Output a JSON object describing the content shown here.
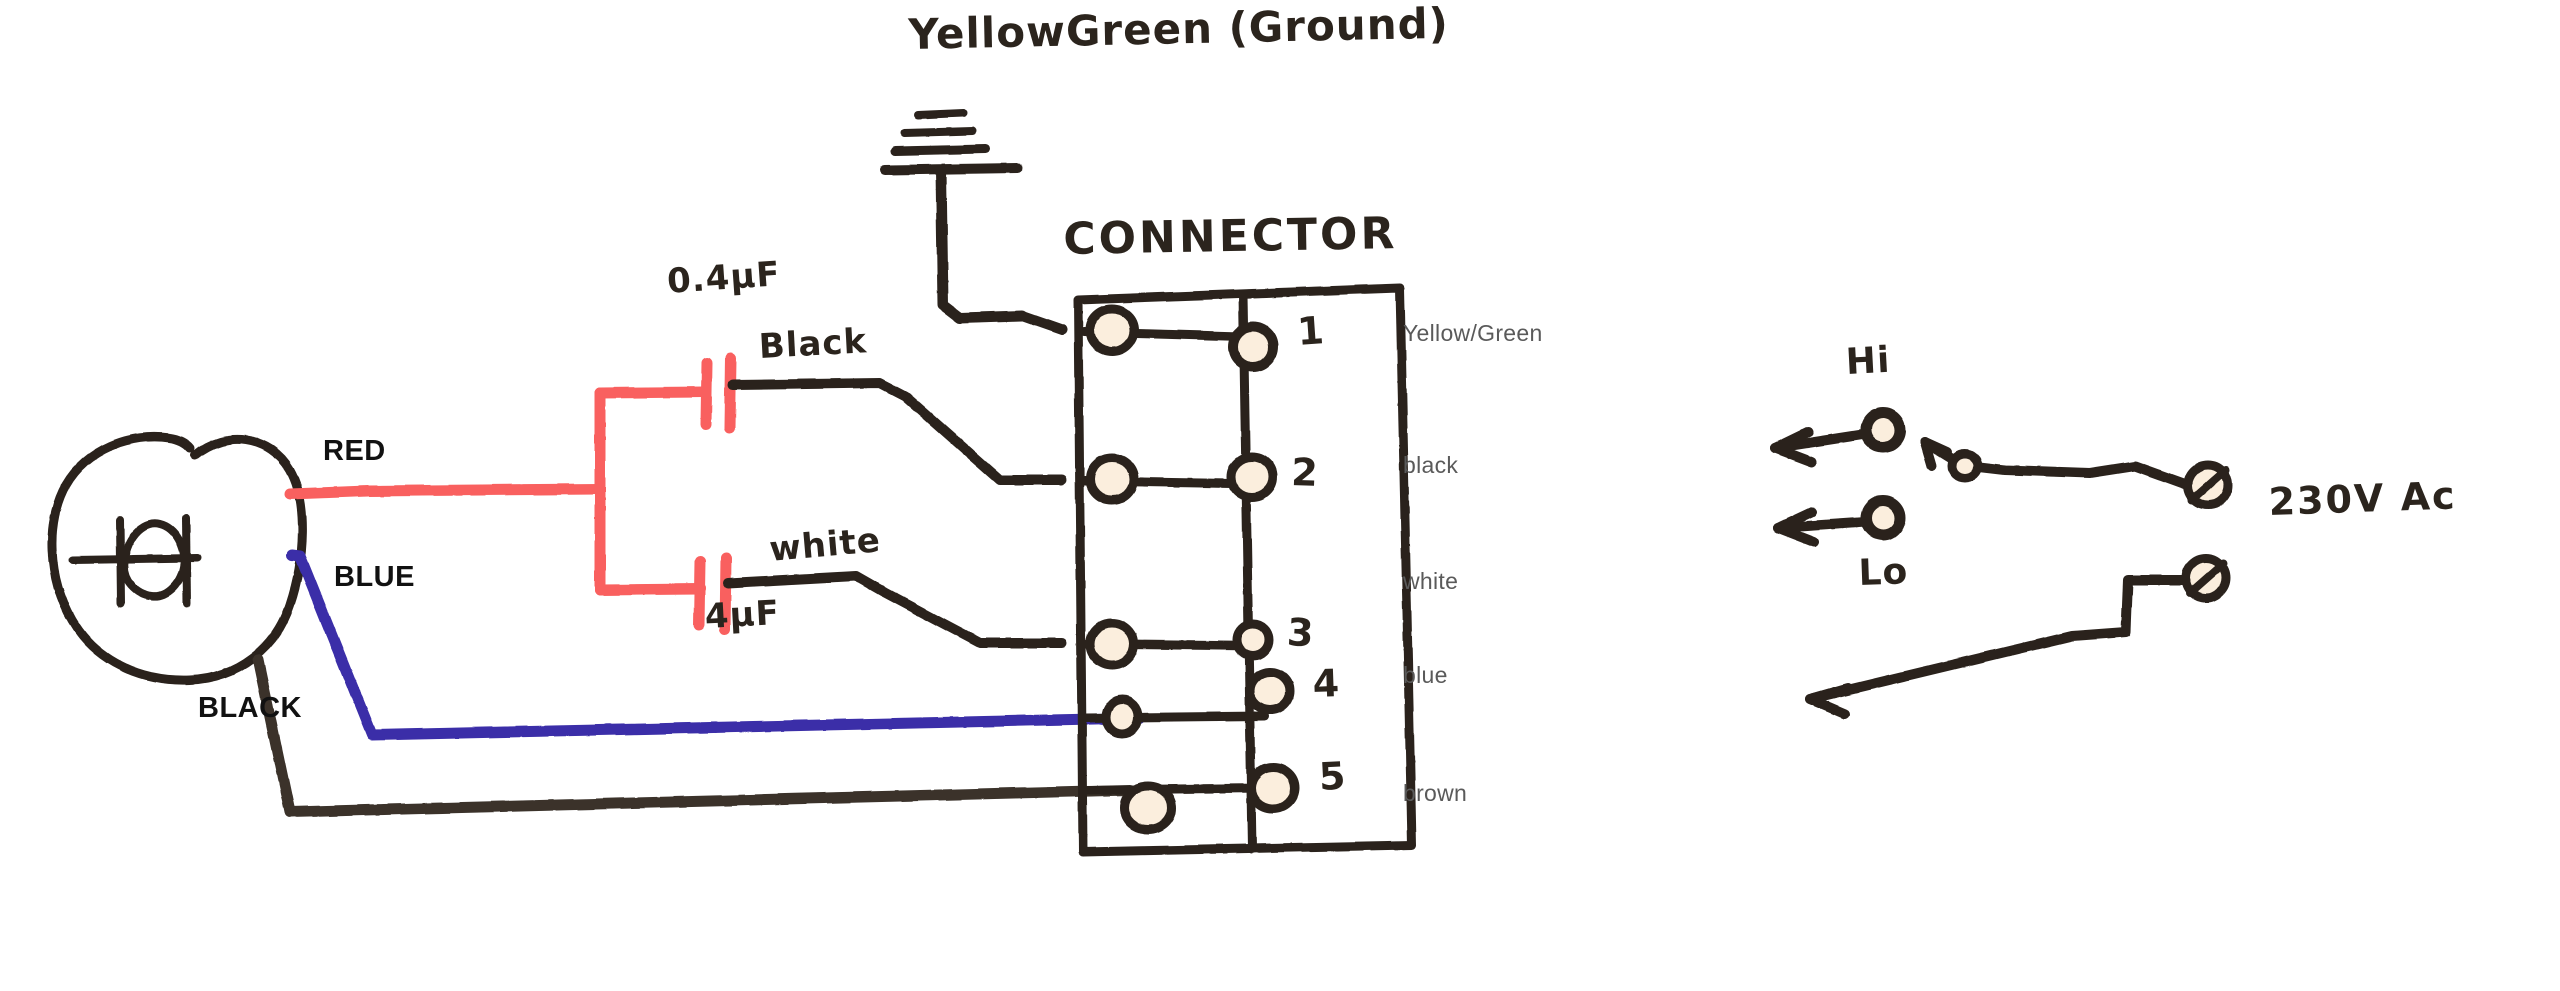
{
  "diagram": {
    "kind": "hand-drawn-wiring-diagram",
    "title_note": "YellowGreen (Ground)",
    "connector_title": "CONNECTOR",
    "motor": {
      "symbol_name": "motor-symbol",
      "leads": [
        {
          "name": "red-lead",
          "label": "RED",
          "color": "#f9615f"
        },
        {
          "name": "blue-lead",
          "label": "BLUE",
          "color": "#3b2fa8"
        },
        {
          "name": "black-lead",
          "label": "BLACK",
          "color": "#3a332c"
        }
      ]
    },
    "capacitors": [
      {
        "name": "capacitor-upper",
        "value": "0.4µF",
        "wire_label": "Black"
      },
      {
        "name": "capacitor-lower",
        "value": "4µF",
        "wire_label": "white"
      }
    ],
    "ground": {
      "label": "YellowGreen (Ground)",
      "symbol": "earth-ground"
    },
    "connector": {
      "label": "CONNECTOR",
      "terminals": [
        {
          "number": "1",
          "wire": "Yellow/Green"
        },
        {
          "number": "2",
          "wire": "black"
        },
        {
          "number": "3",
          "wire": "white"
        },
        {
          "number": "4",
          "wire": "blue"
        },
        {
          "number": "5",
          "wire": "brown"
        }
      ]
    },
    "switch": {
      "name": "speed-switch",
      "positions": [
        {
          "label": "Hi"
        },
        {
          "label": "Lo"
        }
      ],
      "supply_label": "230V Ac"
    },
    "colors": {
      "ink": "#2b241d",
      "red_wire": "#f9615f",
      "blue_wire": "#3b2fa8",
      "black_wire": "#3a332c",
      "paper": "#ffffff",
      "terminal_fill": "#fbeedd",
      "side_label": "#5a5a5a"
    }
  }
}
